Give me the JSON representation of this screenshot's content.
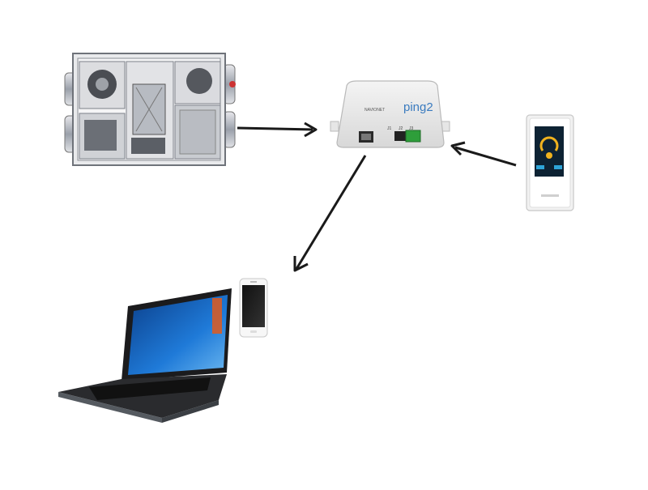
{
  "gateway": {
    "brand_text": "NAVIONET",
    "model_text": "ping2",
    "port_labels": [
      "J1",
      "J2",
      "J3"
    ]
  },
  "colors": {
    "arrow": "#1a1a1a",
    "gateway_logo": "#3a7bbf",
    "terminal_green": "#2e9e3a",
    "hvac_frame": "#9a9ea6",
    "screen_blue": "#1f6fc8"
  },
  "icons": [
    "hvac-unit-icon",
    "gateway-device-icon",
    "wall-thermostat-icon",
    "laptop-icon",
    "smartphone-icon"
  ]
}
